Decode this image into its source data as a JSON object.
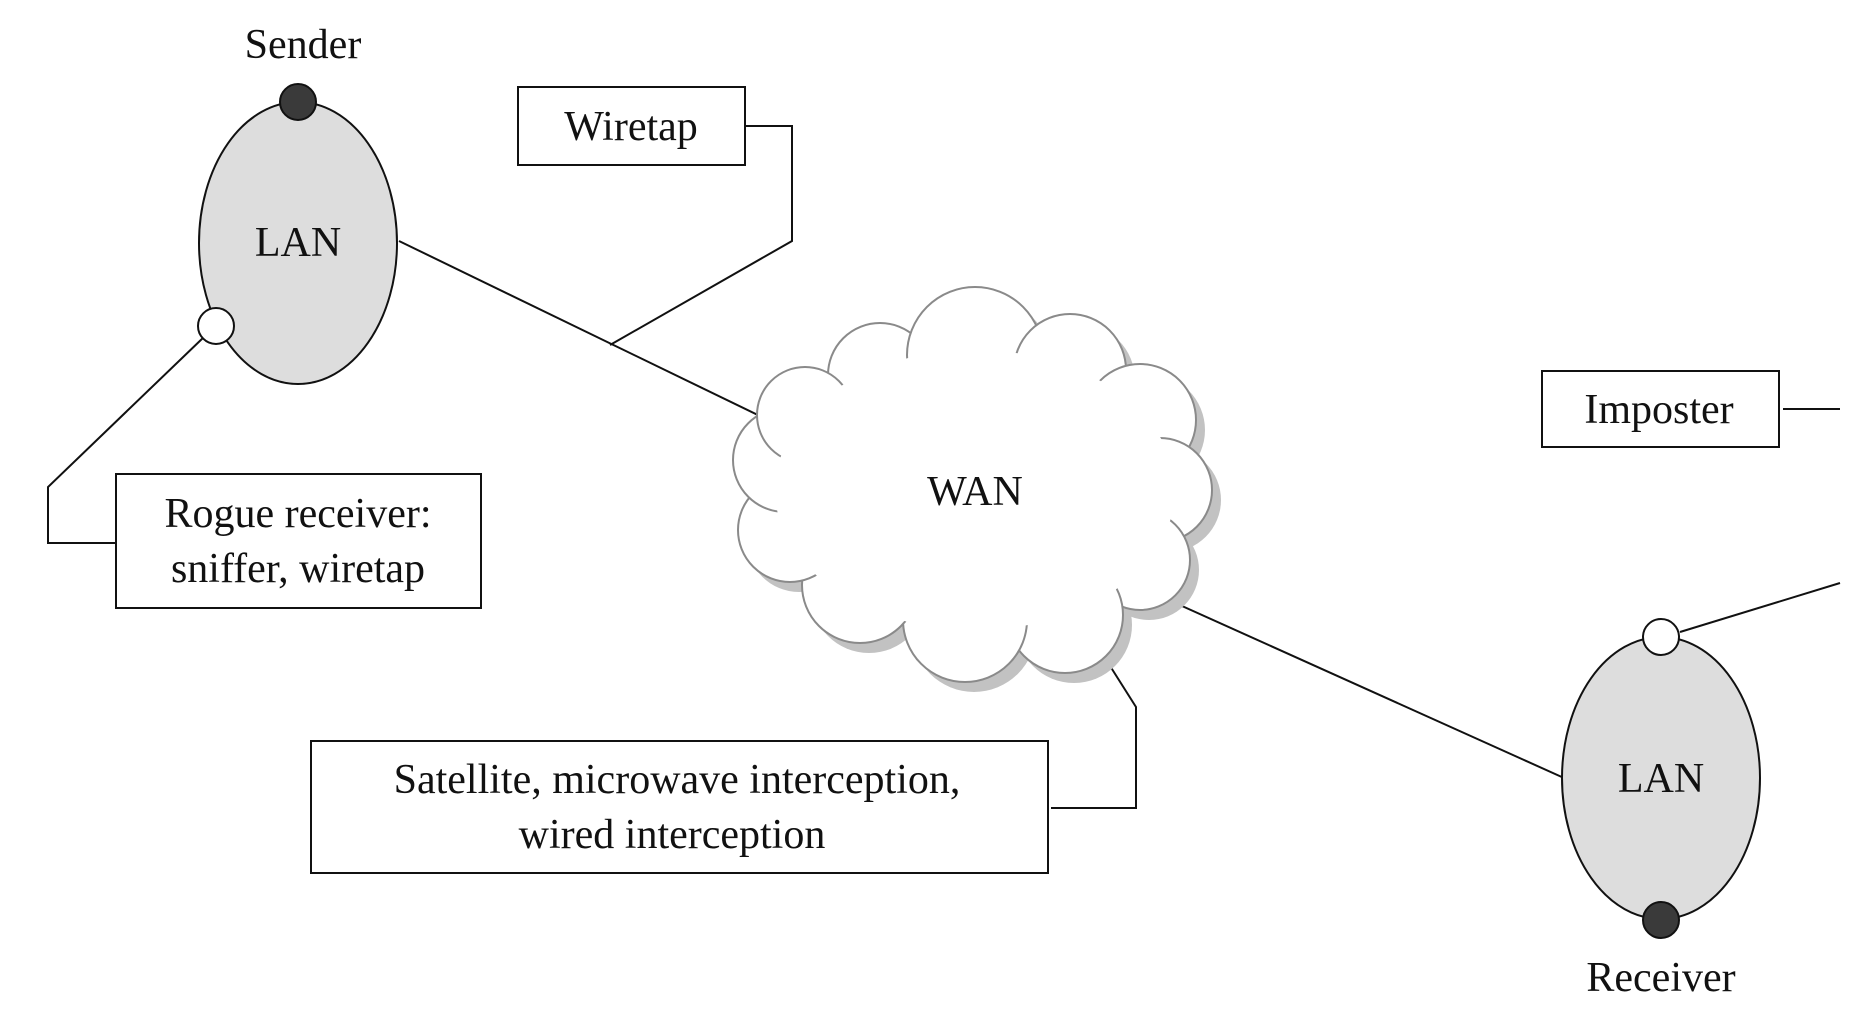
{
  "sender": {
    "label": "Sender"
  },
  "receiver": {
    "label": "Receiver"
  },
  "lan_left": {
    "label": "LAN"
  },
  "lan_right": {
    "label": "LAN"
  },
  "wan": {
    "label": "WAN"
  },
  "wiretap_box": {
    "label": "Wiretap"
  },
  "imposter_box": {
    "label": "Imposter"
  },
  "rogue_box": {
    "lines": [
      "Rogue receiver:",
      "sniffer, wiretap"
    ]
  },
  "satellite_box": {
    "lines": [
      "Satellite, microwave interception,",
      "wired interception"
    ]
  },
  "colors": {
    "lan_fill": "#dddddd",
    "cloud_shadow": "#c2c2c2",
    "node_dark": "#3a3a3a"
  }
}
